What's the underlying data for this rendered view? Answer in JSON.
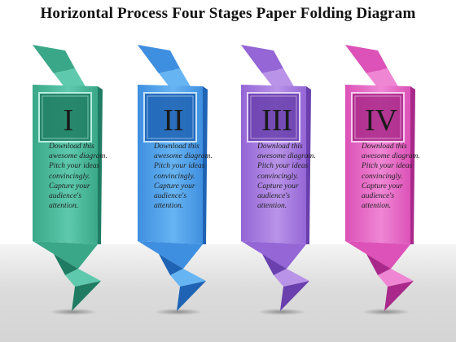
{
  "title": "Horizontal Process Four Stages Paper Folding Diagram",
  "stages": [
    {
      "numeral": "I",
      "text": "Download this awesome diagram. Pitch your ideas convincingly. Capture your audience's attention.",
      "colors": {
        "light": "#5ec9ad",
        "mid": "#3aa888",
        "dark": "#1f7c62",
        "frame": "#b8ece0"
      }
    },
    {
      "numeral": "II",
      "text": "Download this awesome diagram. Pitch your ideas convincingly. Capture your audience's attention.",
      "colors": {
        "light": "#66b4f2",
        "mid": "#3f8fe0",
        "dark": "#1f63b4",
        "frame": "#c4e2fb"
      }
    },
    {
      "numeral": "III",
      "text": "Download this awesome diagram. Pitch your ideas convincingly. Capture your audience's attention.",
      "colors": {
        "light": "#b993e8",
        "mid": "#9466d6",
        "dark": "#6a3fae",
        "frame": "#e2d2f7"
      }
    },
    {
      "numeral": "IV",
      "text": "Download this awesome diagram. Pitch your ideas convincingly. Capture your audience's attention.",
      "colors": {
        "light": "#ef86d4",
        "mid": "#dc52b8",
        "dark": "#a9298a",
        "frame": "#f8cdee"
      }
    }
  ]
}
